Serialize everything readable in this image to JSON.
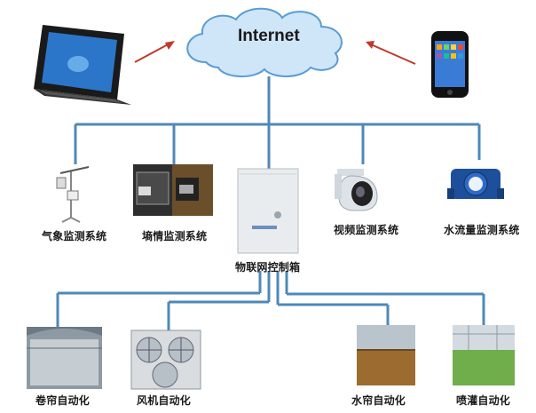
{
  "internet": {
    "label": "Internet"
  },
  "sensors": [
    {
      "id": "weather",
      "label": "气象监测系统"
    },
    {
      "id": "soil",
      "label": "墒情监测系统"
    },
    {
      "id": "video",
      "label": "视频监测系统"
    },
    {
      "id": "flow",
      "label": "水流量监测系统"
    }
  ],
  "control_box": {
    "label": "物联网控制箱"
  },
  "actuators": [
    {
      "id": "curtain",
      "label": "卷帘自动化"
    },
    {
      "id": "fan",
      "label": "风机自动化"
    },
    {
      "id": "water-curtain",
      "label": "水帘自动化"
    },
    {
      "id": "irrigation",
      "label": "喷灌自动化"
    }
  ],
  "colors": {
    "line": "#4f88b8",
    "arrow": "#c0392b",
    "cloud_fill": "#cfe6f8",
    "cloud_stroke": "#5b9bd5"
  }
}
